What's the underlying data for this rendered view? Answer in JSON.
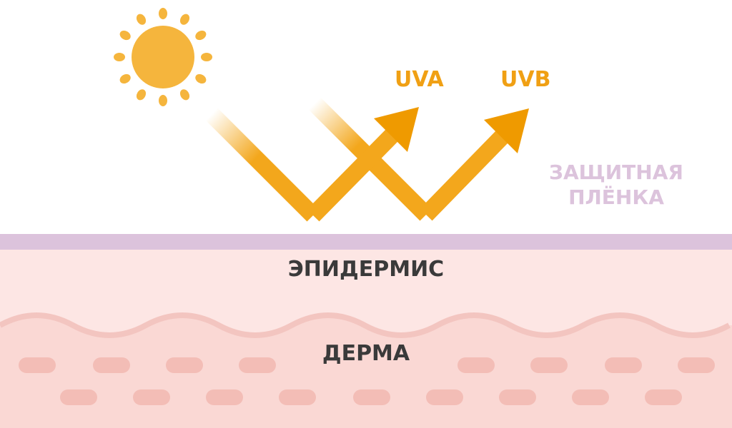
{
  "labels": {
    "uva": "UVA",
    "uvb": "UVB",
    "protective_film_line1": "ЗАЩИТНАЯ",
    "protective_film_line2": "ПЛЁНКА",
    "epidermis": "ЭПИДЕРМИС",
    "dermis": "ДЕРМА"
  },
  "icons": {
    "sun": "sun-icon"
  },
  "colors": {
    "sun": "#f5b53d",
    "arrow": "#f3a71c",
    "arrow_dark": "#ef9a00",
    "film_layer": "#dcc3dc",
    "epidermis": "#fde6e4",
    "dermis": "#fad8d4",
    "dermis_cells": "#f3bdb6",
    "uv_text": "#f0a014",
    "film_text": "#dcc3dc",
    "layer_text": "#3a3a3a"
  }
}
